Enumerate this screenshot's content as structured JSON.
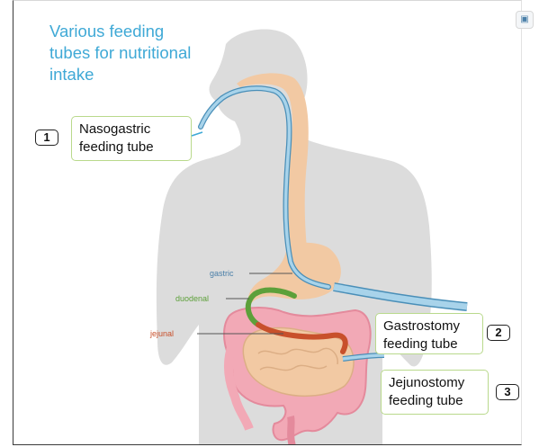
{
  "title": "Various feeding\ntubes for nutritional\nintake",
  "callouts": [
    {
      "number": "1",
      "label": "Nasogastric\nfeeding tube"
    },
    {
      "number": "2",
      "label": "Gastrostomy\nfeeding tube"
    },
    {
      "number": "3",
      "label": "Jejunostomy\nfeeding tube"
    }
  ],
  "labels": {
    "gastric": "gastric",
    "duodenal": "duodenal",
    "jejunal": "jejunal"
  },
  "colors": {
    "title": "#3fa9d6",
    "body": "#dcdcdc",
    "esophagus_stomach": "#f2c9a3",
    "intestine": "#f2a9b6",
    "tube": "#a8d3ea",
    "duodenal": "#5da03a",
    "jejunal": "#c8502b",
    "callout_border": "#b9d98c"
  },
  "icons": {
    "corner": "expand-icon"
  }
}
